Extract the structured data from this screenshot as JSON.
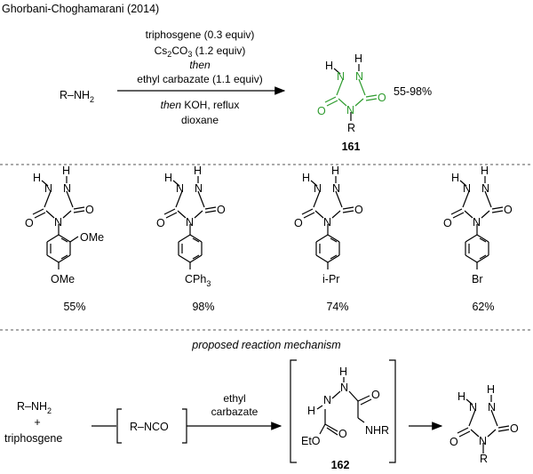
{
  "citation": "Ghorbani-Choghamarani (2014)",
  "top_reaction": {
    "reactant": "R–NH",
    "reactant_sub": "2",
    "conditions": {
      "line1": "triphosgene (0.3 equiv)",
      "line2_a": "Cs",
      "line2_b": "2",
      "line2_c": "CO",
      "line2_d": "3",
      "line2_e": " (1.2 equiv)",
      "line3": "then",
      "line4": "ethyl carbazate (1.1 equiv)",
      "line5_a": "then",
      "line5_b": " KOH, reflux",
      "line6": "dioxane"
    },
    "product": {
      "N1": "N",
      "N2": "N",
      "N4": "N",
      "H1": "H",
      "H2": "H",
      "O1": "O",
      "O2": "O",
      "R": "R",
      "label": "161",
      "color": "#2e9b2e"
    },
    "yield_range": "55-98%"
  },
  "examples": [
    {
      "substituents": [
        "OMe",
        "OMe"
      ],
      "yield": "55%"
    },
    {
      "substituent": "CPh",
      "substituent_sub": "3",
      "yield": "98%"
    },
    {
      "substituent": "i-Pr",
      "yield": "74%"
    },
    {
      "substituent": "Br",
      "yield": "62%"
    }
  ],
  "ring_atoms": {
    "H": "H",
    "N": "N",
    "O": "O"
  },
  "mechanism": {
    "title": "proposed reaction mechanism",
    "reactant1": "R–NH",
    "reactant1_sub": "2",
    "plus": "+",
    "reactant2": "triphosgene",
    "intermediate1": "R–NCO",
    "reagent_line1": "ethyl",
    "reagent_line2": "carbazate",
    "intermediate2": {
      "H": "H",
      "N": "N",
      "O": "O",
      "EtO": "EtO",
      "NHR": "NHR",
      "label": "162"
    },
    "product_R": "R"
  },
  "colors": {
    "product": "#2e9b2e",
    "text": "#000000",
    "divider": "#555555"
  }
}
